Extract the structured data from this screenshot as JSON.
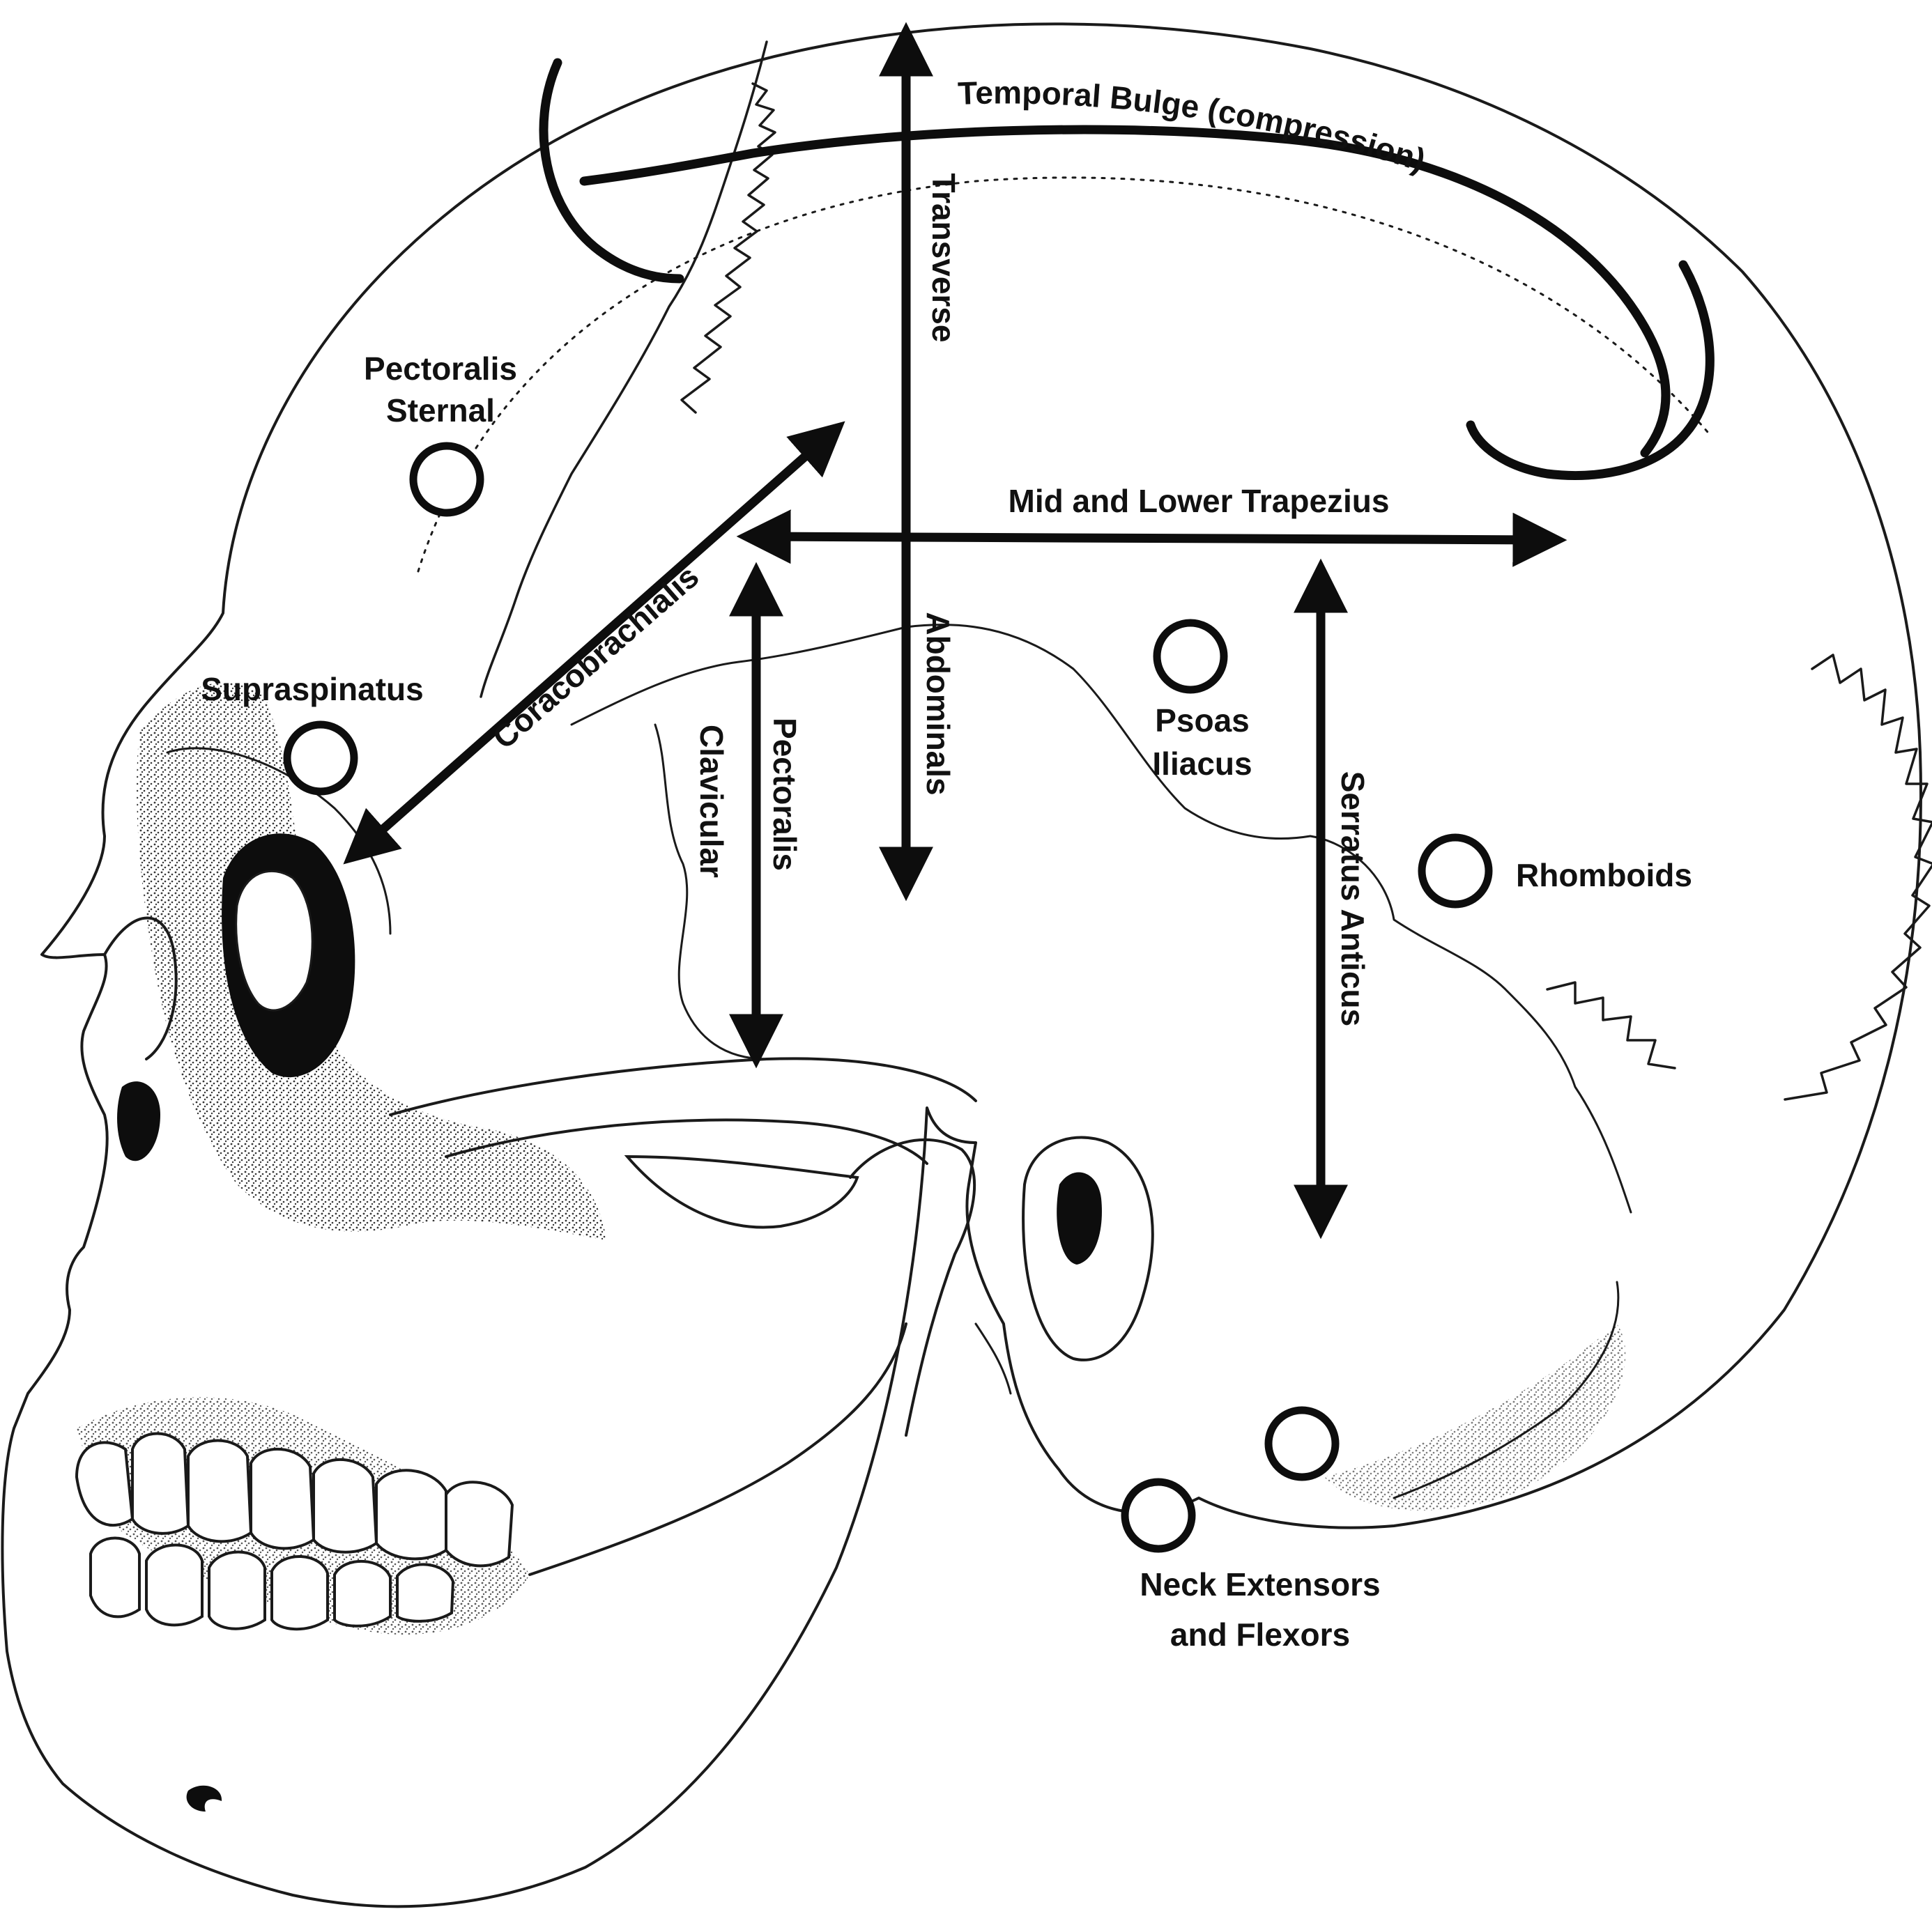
{
  "labels": {
    "temporal_bulge": "Temporal Bulge (compression)",
    "transverse": "Transverse",
    "abdominals": "Abdominals",
    "mid_lower_trapezius": "Mid and Lower Trapezius",
    "pectoralis_sternal_line1": "Pectoralis",
    "pectoralis_sternal_line2": "Sternal",
    "supraspinatus": "Supraspinatus",
    "coracobrachialis": "Coracobrachialis",
    "pectoralis_clavicular_line1": "Pectoralis",
    "pectoralis_clavicular_line2": "Clavicular",
    "psoas_iliacus_line1": "Psoas",
    "psoas_iliacus_line2": "Iliacus",
    "serratus_anticus": "Serratus Anticus",
    "rhomboids": "Rhomboids",
    "neck_line1": "Neck Extensors",
    "neck_line2": "and Flexors"
  },
  "icons": {
    "point_marker": "ring-marker-icon",
    "direction_arrow": "double-arrow-icon",
    "compression_arc": "compression-arc-icon"
  },
  "colors": {
    "ink": "#111111",
    "paper": "#ffffff"
  }
}
